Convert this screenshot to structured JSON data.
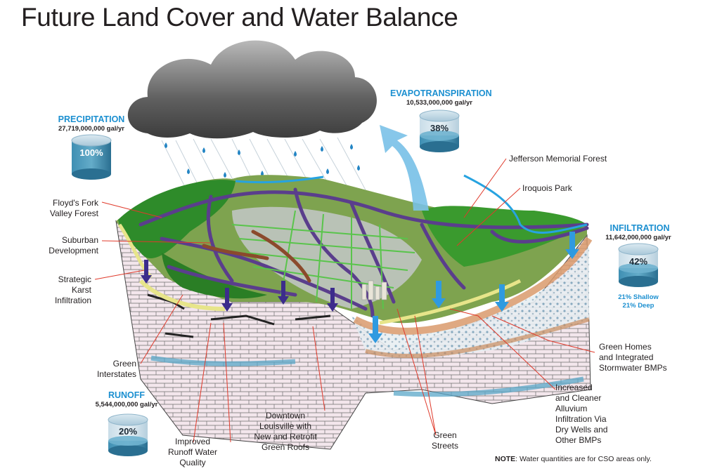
{
  "title": "Future Land Cover and Water Balance",
  "precipitation": {
    "title": "PRECIPITATION",
    "value": "27,719,000,000 gal/yr",
    "percent": "100%"
  },
  "evapotranspiration": {
    "title": "EVAPOTRANSPIRATION",
    "value": "10,533,000,000 gal/yr",
    "percent": "38%"
  },
  "infiltration": {
    "title": "INFILTRATION",
    "value": "11,642,000,000 gal/yr",
    "percent": "42%",
    "shallow": "21% Shallow",
    "deep": "21% Deep"
  },
  "runoff": {
    "title": "RUNOFF",
    "value": "5,544,000,000 gal/yr",
    "percent": "20%"
  },
  "labels": {
    "floyds_fork": [
      "Floyd's Fork",
      "Valley Forest"
    ],
    "suburban": [
      "Suburban",
      "Development"
    ],
    "karst": [
      "Strategic",
      "Karst",
      "Infiltration"
    ],
    "green_interstates": [
      "Green",
      "Interstates"
    ],
    "runoff_quality": [
      "Improved",
      "Runoff Water",
      "Quality"
    ],
    "downtown": [
      "Downtown",
      "Louisville with",
      "New and Retrofit",
      "Green Roofs"
    ],
    "green_streets": [
      "Green",
      "Streets"
    ],
    "alluvium": [
      "Increased",
      "and Cleaner",
      "Alluvium",
      "Infiltration Via",
      "Dry Wells and",
      "Other BMPs"
    ],
    "green_homes": [
      "Green Homes",
      "and Integrated",
      "Stormwater BMPs"
    ],
    "jefferson": "Jefferson Memorial Forest",
    "iroquois": "Iroquois Park"
  },
  "note": {
    "bold": "NOTE",
    "text": ": Water quantities are for CSO areas only."
  },
  "colors": {
    "accent_blue": "#1b8fd0",
    "forest_green": "#2e8b2a",
    "road_purple": "#5a3e8c",
    "bedrock": "#f2e4ea",
    "cylinder_top": "#bfd8e6",
    "cylinder_water": "#2f7fa5",
    "leader_red": "#e03a2b"
  },
  "icons": [
    "cloud-icon",
    "raindrop-icon",
    "evapotranspiration-arrow-icon",
    "infiltration-arrow-icon",
    "runoff-arrow-icon"
  ]
}
